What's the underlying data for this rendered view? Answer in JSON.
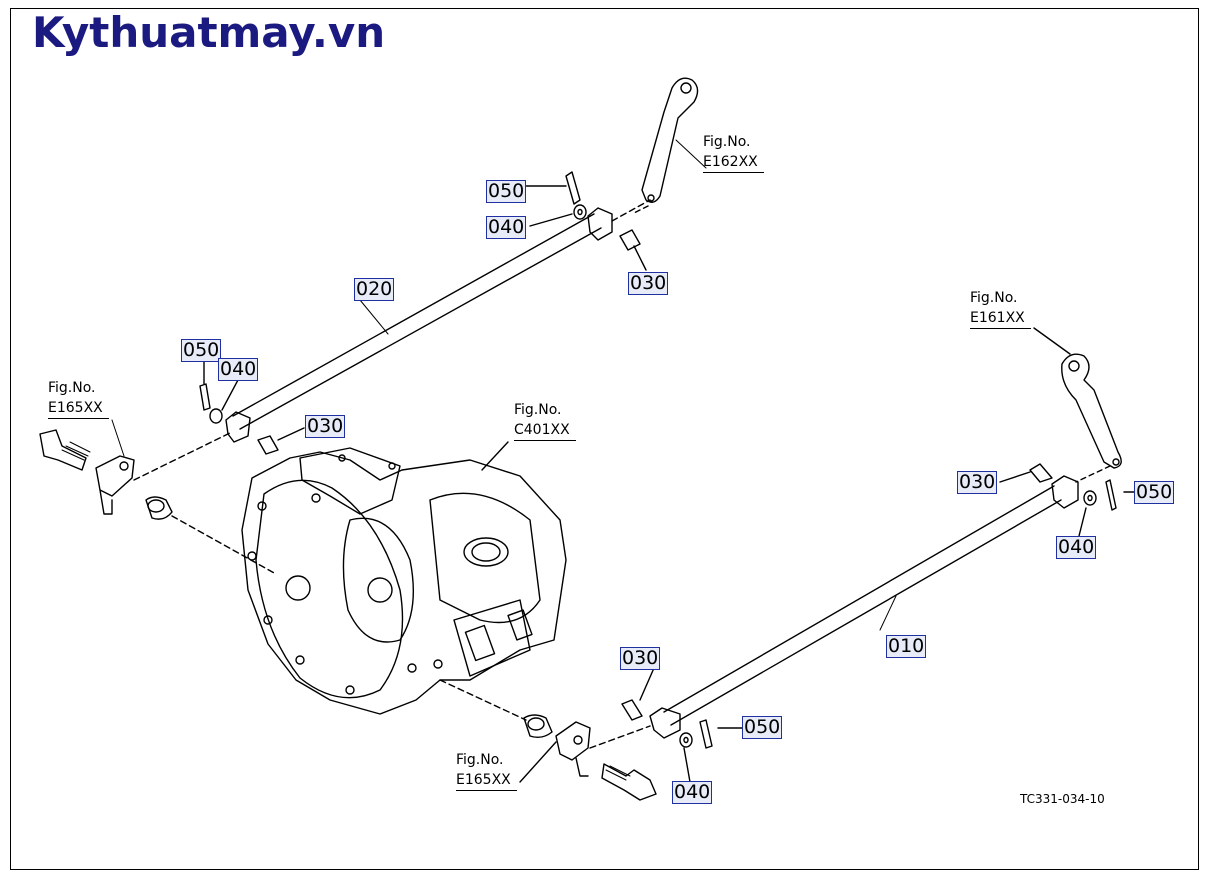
{
  "brand": "Kythuatmay.vn",
  "drawing_code": "TC331-034-10",
  "figure_refs": {
    "e162": {
      "line1": "Fig.No.",
      "line2": "E162XX"
    },
    "e161": {
      "line1": "Fig.No.",
      "line2": "E161XX"
    },
    "e165_top": {
      "line1": "Fig.No.",
      "line2": "E165XX"
    },
    "c401": {
      "line1": "Fig.No.",
      "line2": "C401XX"
    },
    "e165_bottom": {
      "line1": "Fig.No.",
      "line2": "E165XX"
    }
  },
  "callouts": {
    "p050_top": "050",
    "p040_top": "040",
    "p030_top": "030",
    "p020": "020",
    "p050_left": "050",
    "p040_left": "040",
    "p030_left": "030",
    "p030_right": "030",
    "p050_right": "050",
    "p040_right": "040",
    "p010": "010",
    "p030_bottom": "030",
    "p050_bottom": "050",
    "p040_bottom": "040"
  }
}
